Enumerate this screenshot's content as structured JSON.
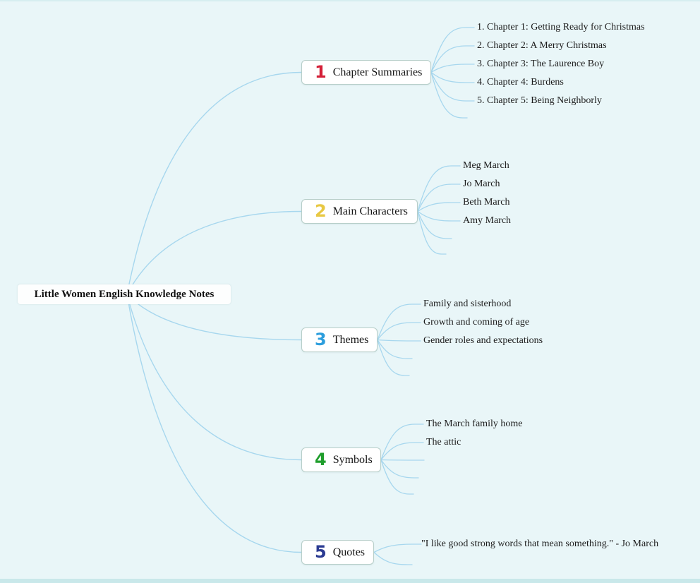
{
  "root": {
    "label": "Little Women English Knowledge Notes"
  },
  "branches": [
    {
      "number": "1",
      "number_color": "#d42038",
      "label": "Chapter Summaries",
      "children": [
        "1. Chapter 1: Getting Ready for Christmas",
        "2. Chapter 2: A Merry Christmas",
        "3. Chapter 3: The Laurence Boy",
        "4. Chapter 4: Burdens",
        "5. Chapter 5: Being Neighborly"
      ]
    },
    {
      "number": "2",
      "number_color": "#e8c843",
      "label": "Main Characters",
      "children": [
        "Meg March",
        "Jo March",
        "Beth March",
        "Amy March"
      ]
    },
    {
      "number": "3",
      "number_color": "#2d9edd",
      "label": "Themes",
      "children": [
        "Family and sisterhood",
        "Growth and coming of age",
        "Gender roles and expectations"
      ]
    },
    {
      "number": "4",
      "number_color": "#1f9e2c",
      "label": "Symbols",
      "children": [
        "The March family home",
        "The attic"
      ]
    },
    {
      "number": "5",
      "number_color": "#2b3b92",
      "label": "Quotes",
      "children": [
        "\"I like good strong words that mean something.\" - Jo March"
      ]
    }
  ],
  "colors": {
    "background": "#e9f6f8",
    "line": "#a7d7ee",
    "node_border": "#b7cec9",
    "text": "#1c1c1c"
  }
}
